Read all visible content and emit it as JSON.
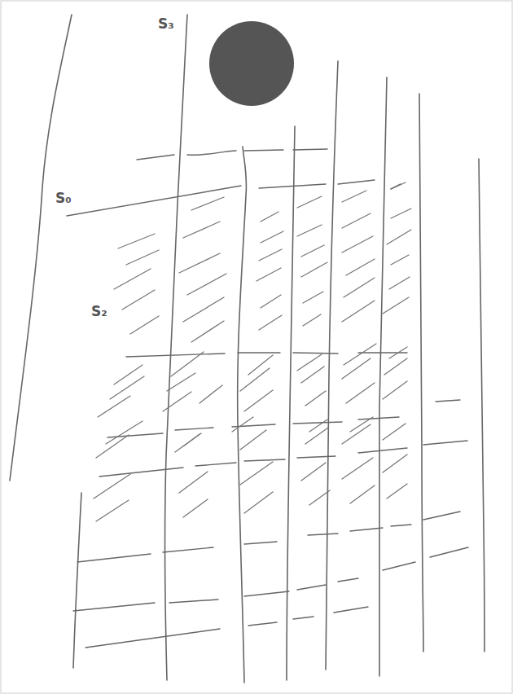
{
  "diagram": {
    "labels": [
      "S₃",
      "S₀",
      "S₂"
    ]
  }
}
